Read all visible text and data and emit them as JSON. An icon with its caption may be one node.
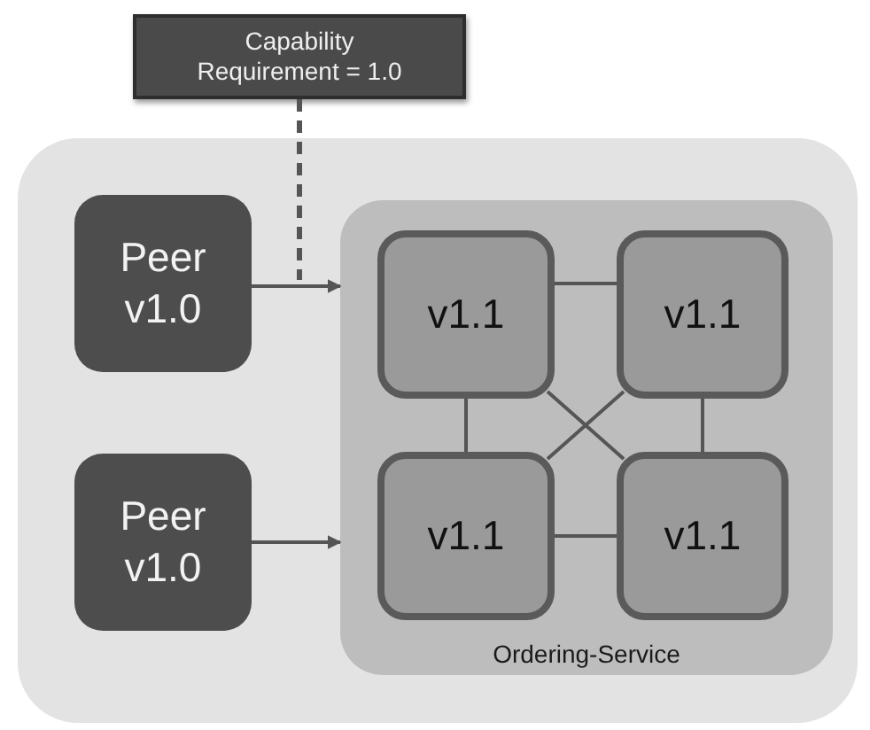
{
  "diagram": {
    "nodes": [
      {
        "text": [
          "Capability Requirement = 1.0"
        ]
      },
      {
        "text": [],
        "shape": "box"
      },
      {
        "text": [
          "Peer v1.0"
        ],
        "in": 1
      },
      {
        "text": [
          "Peer v1.0"
        ],
        "in": 1
      },
      {
        "text": [
          "Ordering-Service"
        ],
        "in": 1
      },
      {
        "text": [
          "v1.1"
        ],
        "in": 4
      },
      {
        "text": [
          "v1.1"
        ],
        "in": 4
      },
      {
        "text": [
          "v1.1"
        ],
        "in": 4
      },
      {
        "text": [
          "v1.1"
        ],
        "in": 4
      }
    ],
    "edges": [
      {
        "from": 0,
        "to": null,
        "arrow": "none",
        "style": "dashed"
      },
      {
        "from": 2,
        "to": 4,
        "arrow": "to"
      },
      {
        "from": 3,
        "to": 4,
        "arrow": "to"
      },
      {
        "from": 5,
        "to": 6,
        "arrow": "none"
      },
      {
        "from": 7,
        "to": 8,
        "arrow": "none"
      },
      {
        "from": 5,
        "to": 7,
        "arrow": "none"
      },
      {
        "from": 6,
        "to": 8,
        "arrow": "none"
      },
      {
        "from": 5,
        "to": 8,
        "arrow": "none"
      },
      {
        "from": 6,
        "to": 7,
        "arrow": "none"
      }
    ]
  }
}
